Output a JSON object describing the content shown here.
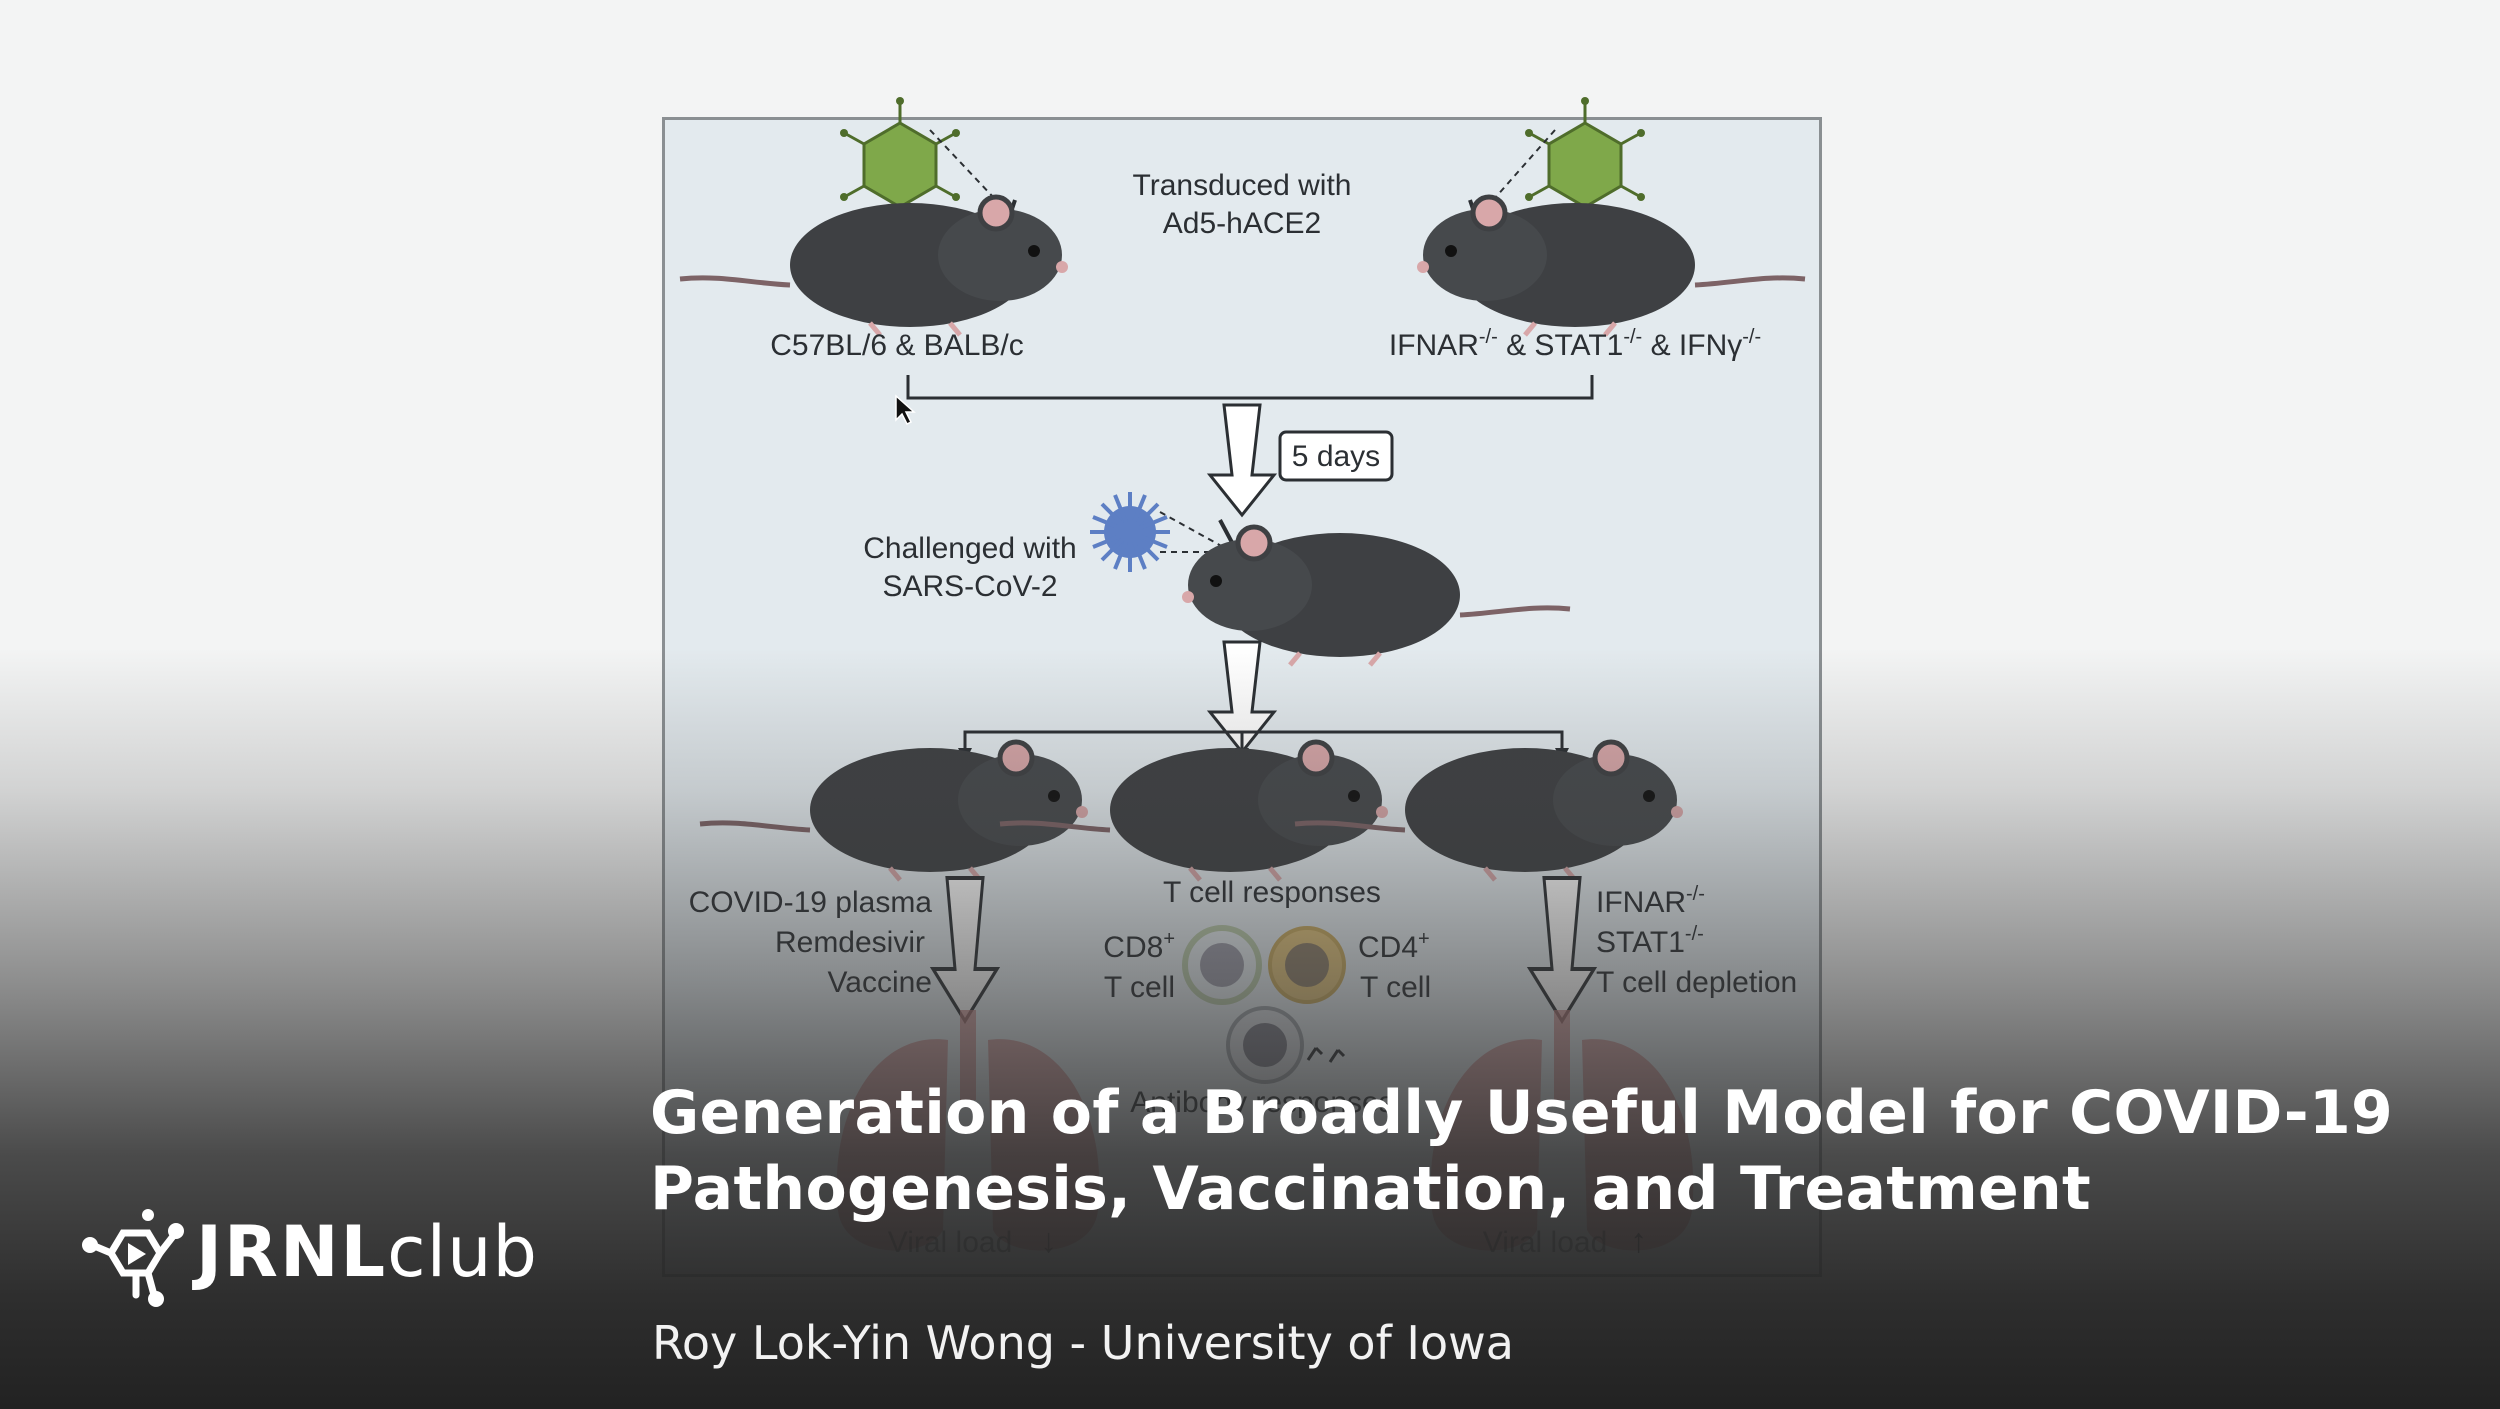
{
  "slide": {
    "title_lines": [
      "Generation of a Broadly Useful Model for COVID-19",
      "Pathogenesis, Vaccination, and Treatment"
    ],
    "byline": "Roy Lok-Yin Wong - University of Iowa",
    "brand": {
      "bold": "JRNL",
      "light": "club"
    }
  },
  "diagram": {
    "transduced_line1": "Transduced with",
    "transduced_line2": "Ad5-hACE2",
    "strain_left": "C57BL/6 & BALB/c",
    "strain_right": {
      "a": "IFNAR",
      "b": " & STAT1",
      "c": " & IFNγ",
      "sup": "-/-"
    },
    "days_label": "5 days",
    "challenge_line1": "Challenged with",
    "challenge_line2": "SARS-CoV-2",
    "left_treatments": [
      "COVID-19 plasma",
      "Remdesivir",
      "Vaccine"
    ],
    "center_title": "T cell responses",
    "cd8": {
      "name": "CD8",
      "sup": "+",
      "sub": "T cell"
    },
    "cd4": {
      "name": "CD4",
      "sup": "+",
      "sub": "T cell"
    },
    "antibody_label": "Antibody responses",
    "right_factors": {
      "ifnar": "IFNAR",
      "stat1": "STAT1",
      "sup": "-/-",
      "tcell": "T cell depletion"
    },
    "viral_load_left": "Viral load",
    "viral_load_right": "Viral load",
    "arrow_down": "↓",
    "arrow_up": "↑"
  },
  "colors": {
    "title": "#ffffff",
    "panel_bg": "#e3eaee",
    "mouse_fill": "#3e4043",
    "virus_green": "#7fa84a",
    "virus_blue": "#5d7fc4",
    "cd4_fill": "#e0c27a",
    "cell_outline": "#b8c9a9"
  }
}
